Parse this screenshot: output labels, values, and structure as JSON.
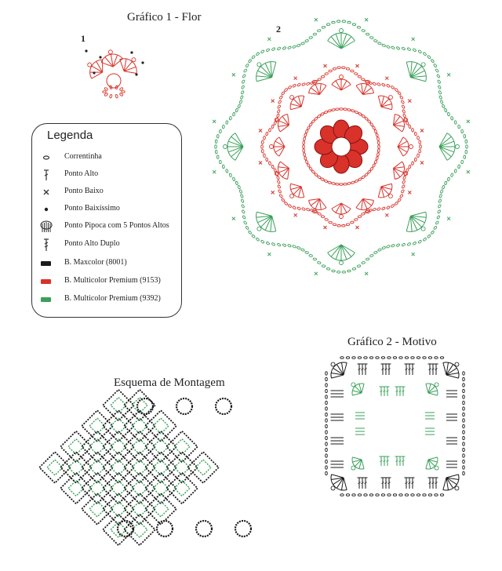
{
  "graph1": {
    "title": "Gráfico 1 - Flor",
    "step1_label": "1",
    "step2_label": "2"
  },
  "legend": {
    "title": "Legenda",
    "items": [
      {
        "symbol": "chain-icon",
        "label": "Correntinha"
      },
      {
        "symbol": "double-crochet-icon",
        "label": "Ponto Alto"
      },
      {
        "symbol": "single-crochet-icon",
        "label": "Ponto Baixo"
      },
      {
        "symbol": "slip-stitch-icon",
        "label": "Ponto Baixíssimo"
      },
      {
        "symbol": "popcorn-icon",
        "label": "Ponto Pipoca com 5 Pontos Altos"
      },
      {
        "symbol": "treble-crochet-icon",
        "label": "Ponto Alto Duplo"
      },
      {
        "symbol": "black-swatch",
        "label": "B. Maxcolor (8001)",
        "color": "#1a1a1a"
      },
      {
        "symbol": "red-swatch",
        "label": "B. Multicolor Premium (9153)",
        "color": "#d8322a"
      },
      {
        "symbol": "green-swatch",
        "label": "B. Multicolor Premium (9392)",
        "color": "#3aa05a"
      }
    ]
  },
  "graph2": {
    "title": "Gráfico 2 - Motivo"
  },
  "assembly": {
    "title": "Esquema de Montagem"
  },
  "colors": {
    "red": "#d8322a",
    "green": "#3aa05a",
    "black": "#1a1a1a",
    "white": "#ffffff"
  }
}
